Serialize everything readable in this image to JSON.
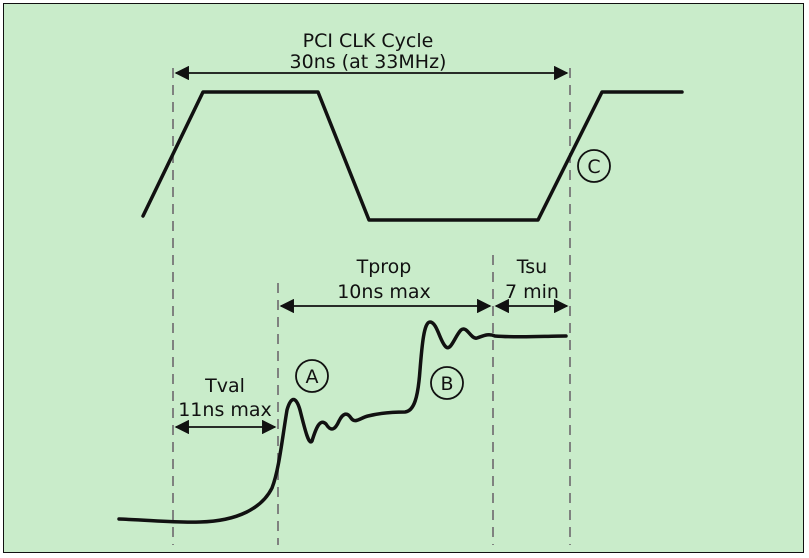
{
  "cycle": {
    "title": "PCI CLK Cycle",
    "subtitle": "30ns (at 33MHz)"
  },
  "tprop": {
    "title": "Tprop",
    "subtitle": "10ns max"
  },
  "tsu": {
    "title": "Tsu",
    "subtitle": "7 min"
  },
  "tval": {
    "title": "Tval",
    "subtitle": "11ns max"
  },
  "markers": {
    "a": "A",
    "b": "B",
    "c": "C"
  },
  "colors": {
    "background": "#c9ecca",
    "line": "#111111",
    "guide": "#777777"
  }
}
